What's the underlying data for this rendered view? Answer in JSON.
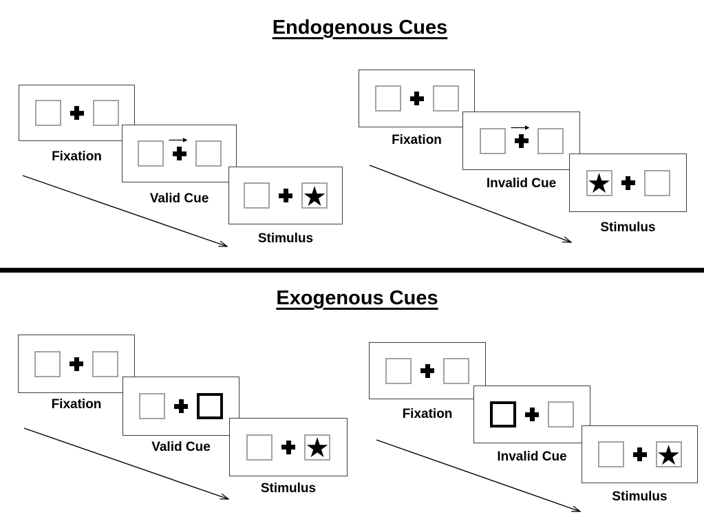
{
  "titles": {
    "endogenous": "Endogenous Cues",
    "exogenous": "Exogenous Cues"
  },
  "labels": {
    "fixation": "Fixation",
    "valid_cue": "Valid Cue",
    "invalid_cue": "Invalid Cue",
    "stimulus": "Stimulus"
  },
  "glyphs": {
    "star": "★"
  },
  "colors": {
    "background": "#ffffff",
    "panel_border": "#3b3b3b",
    "box_border": "#a2a2a2",
    "cue_highlight_border": "#000000",
    "ink": "#000000"
  },
  "trials": {
    "endogenous_valid": {
      "steps": [
        "Fixation",
        "Valid Cue",
        "Stimulus"
      ],
      "cue": "central right-pointing arrow above fixation cross",
      "cued_side": "right",
      "stimulus_side": "right"
    },
    "endogenous_invalid": {
      "steps": [
        "Fixation",
        "Invalid Cue",
        "Stimulus"
      ],
      "cue": "central right-pointing arrow above fixation cross",
      "cued_side": "right",
      "stimulus_side": "left"
    },
    "exogenous_valid": {
      "steps": [
        "Fixation",
        "Valid Cue",
        "Stimulus"
      ],
      "cue": "right peripheral box thickened",
      "cued_side": "right",
      "stimulus_side": "right"
    },
    "exogenous_invalid": {
      "steps": [
        "Fixation",
        "Invalid Cue",
        "Stimulus"
      ],
      "cue": "left peripheral box thickened",
      "cued_side": "left",
      "stimulus_side": "right"
    }
  }
}
